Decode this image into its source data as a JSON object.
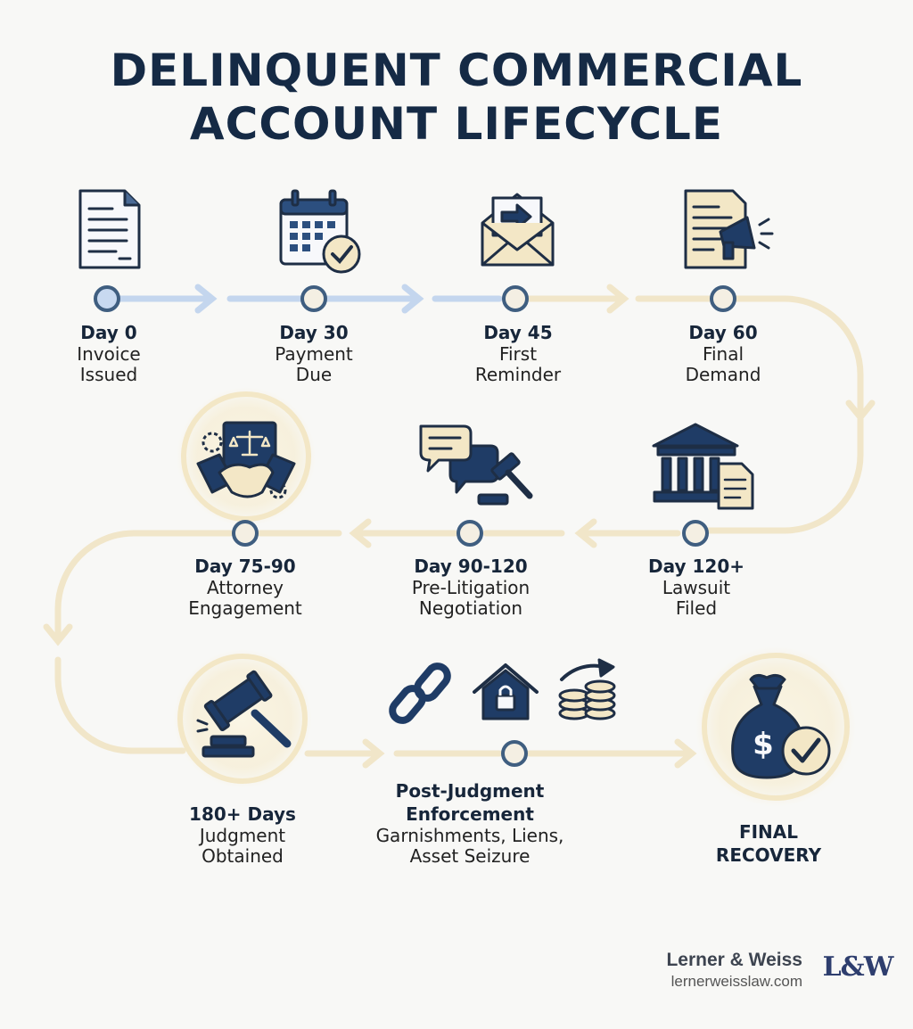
{
  "title": {
    "line1": "DELINQUENT COMMERCIAL",
    "line2": "ACCOUNT LIFECYCLE"
  },
  "steps": [
    {
      "day": "Day 0",
      "desc1": "Invoice",
      "desc2": "Issued",
      "icon": "document-icon"
    },
    {
      "day": "Day 30",
      "desc1": "Payment",
      "desc2": "Due",
      "icon": "calendar-check-icon"
    },
    {
      "day": "Day 45",
      "desc1": "First",
      "desc2": "Reminder",
      "icon": "envelope-arrow-icon"
    },
    {
      "day": "Day 60",
      "desc1": "Final",
      "desc2": "Demand",
      "icon": "megaphone-document-icon"
    },
    {
      "day": "Day 120+",
      "desc1": "Lawsuit",
      "desc2": "Filed",
      "icon": "courthouse-icon"
    },
    {
      "day": "Day 90-120",
      "desc1": "Pre-Litigation",
      "desc2": "Negotiation",
      "icon": "chat-gavel-icon"
    },
    {
      "day": "Day 75-90",
      "desc1": "Attorney",
      "desc2": "Engagement",
      "icon": "handshake-scales-icon"
    },
    {
      "day": "180+ Days",
      "desc1": "Judgment",
      "desc2": "Obtained",
      "icon": "gavel-icon"
    },
    {
      "day": "Post-Judgment",
      "day2": "Enforcement",
      "desc1": "Garnishments, Liens,",
      "desc2": "Asset Seizure",
      "icon": "chain-house-coins-icon"
    }
  ],
  "final": {
    "line1": "FINAL",
    "line2": "RECOVERY",
    "icon": "money-bag-check-icon"
  },
  "brand": {
    "name": "Lerner & Weiss",
    "url": "lernerweisslaw.com",
    "logo": "L&W"
  },
  "colors": {
    "navy": "#1f3c66",
    "blue_line": "#c4d6ee",
    "beige_line": "#f1e6c9",
    "cream": "#f5ecd2"
  }
}
